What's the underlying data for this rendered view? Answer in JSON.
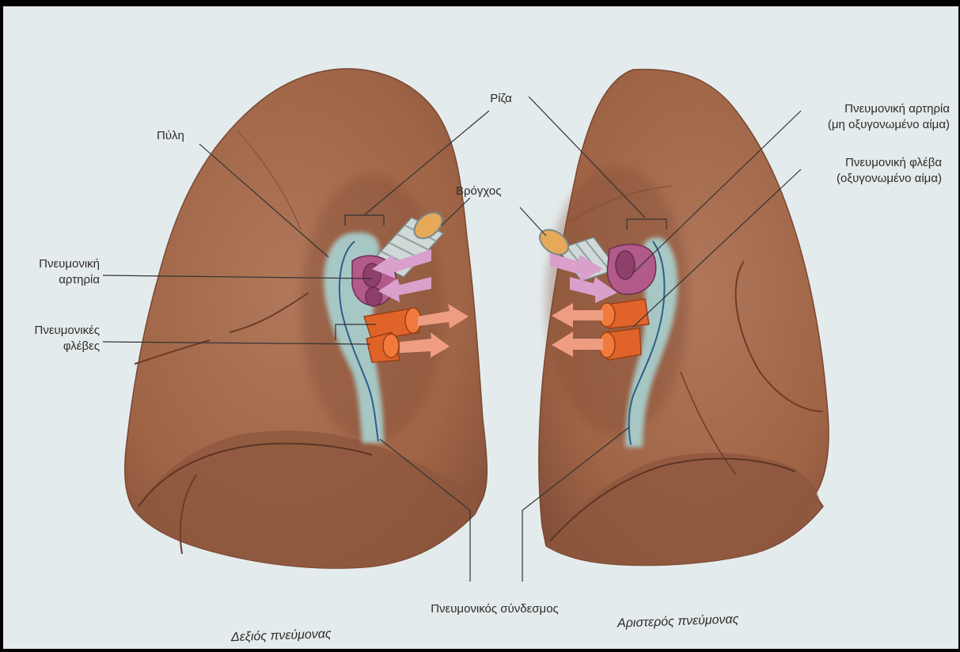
{
  "labels": {
    "riza": "Ρίζα",
    "pyli": "Πύλη",
    "vrogchos": "Βρόγχος",
    "pneumoniki_artiria_left": [
      "Πνευμονική",
      "αρτηρία"
    ],
    "pneumonikes_fleves": [
      "Πνευμονικές",
      "φλέβες"
    ],
    "pneumoniki_artiria_right": [
      "Πνευμονική αρτηρία",
      "(μη οξυγονωμένο αίμα)"
    ],
    "pneumoniki_fleva_right": [
      "Πνευμονική φλέβα",
      "(οξυγονωμένο αίμα)"
    ],
    "syndesmos": "Πνευμονικός σύνδεσμος",
    "right_lung": "Δεξιός πνεύμονας",
    "left_lung": "Αριστερός πνεύμονας"
  },
  "colors": {
    "paper": "#e4ebec",
    "lung": "#a46a4a",
    "lung_shade": "#7e4a31",
    "pleura": "#a9d3d2",
    "artery": "#b25a8a",
    "vein": "#e0642a",
    "bronchus": "#cfd9d7",
    "arrow_artery": "#d9a0cc",
    "arrow_vein": "#ee9d82",
    "leader": "#333333"
  },
  "icons": [
    "right-lung-illustration",
    "left-lung-illustration",
    "bronchus-icon",
    "arrow-icon"
  ]
}
